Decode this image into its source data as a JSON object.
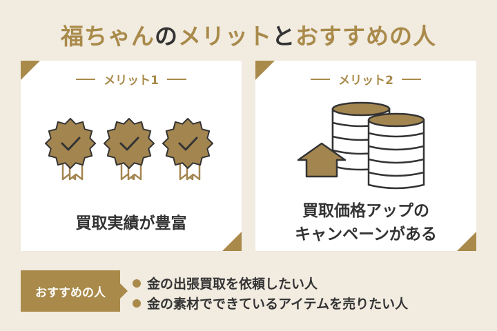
{
  "title": {
    "part1": "福ちゃん",
    "part2": "の",
    "part3": "メリット",
    "part4": "と",
    "part5": "おすすめの人"
  },
  "cards": [
    {
      "label": "メリット1",
      "lines": [
        "買取実績が豊富"
      ],
      "icon": "award-badge-icon x3"
    },
    {
      "label": "メリット2",
      "lines": [
        "買取価格アップの",
        "キャンペーンがある"
      ],
      "icon": "coin-stack-up-arrow-icon"
    }
  ],
  "recommend": {
    "label": "おすすめの人",
    "items": [
      "金の出張買取を依頼したい人",
      "金の素材でできているアイテムを売りたい人"
    ]
  },
  "colors": {
    "gold": "#a98a4a",
    "badge": "#a38550",
    "background": "#f1ebe0",
    "text": "#333333"
  }
}
